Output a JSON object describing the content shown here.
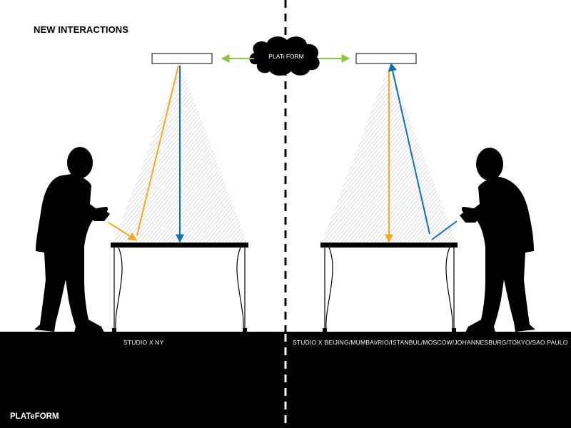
{
  "heading": "NEW INTERACTIONS",
  "network": {
    "label": "PLATeFORM"
  },
  "locations": {
    "left": "STUDIO X NY",
    "right": "STUDIO X BEIJING/MUMBAI/RIO/ISTANBUL/MOSCOW/JOHANNESBURG/TOKYO/SAO PAULO"
  },
  "footer": "PLATeFORM",
  "colors": {
    "arrow_green": "#8cc63f",
    "arrow_orange": "#f7a823",
    "arrow_blue": "#0f6fb7",
    "ground": "#000000",
    "silhouette": "#000000",
    "projection_hatch": "#bdbdbd"
  },
  "icons": [
    "projector-icon",
    "cloud-icon",
    "person-silhouette-icon",
    "table-icon",
    "arrow-icon"
  ]
}
